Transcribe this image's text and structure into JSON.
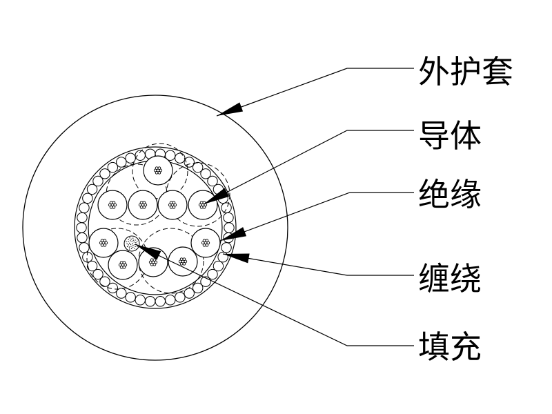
{
  "labels": {
    "outer_sheath": "外护套",
    "conductor": "导体",
    "insulation": "绝缘",
    "wrapping": "缠绕",
    "filler": "填充"
  },
  "colors": {
    "line": "#000000",
    "background": "#ffffff"
  }
}
